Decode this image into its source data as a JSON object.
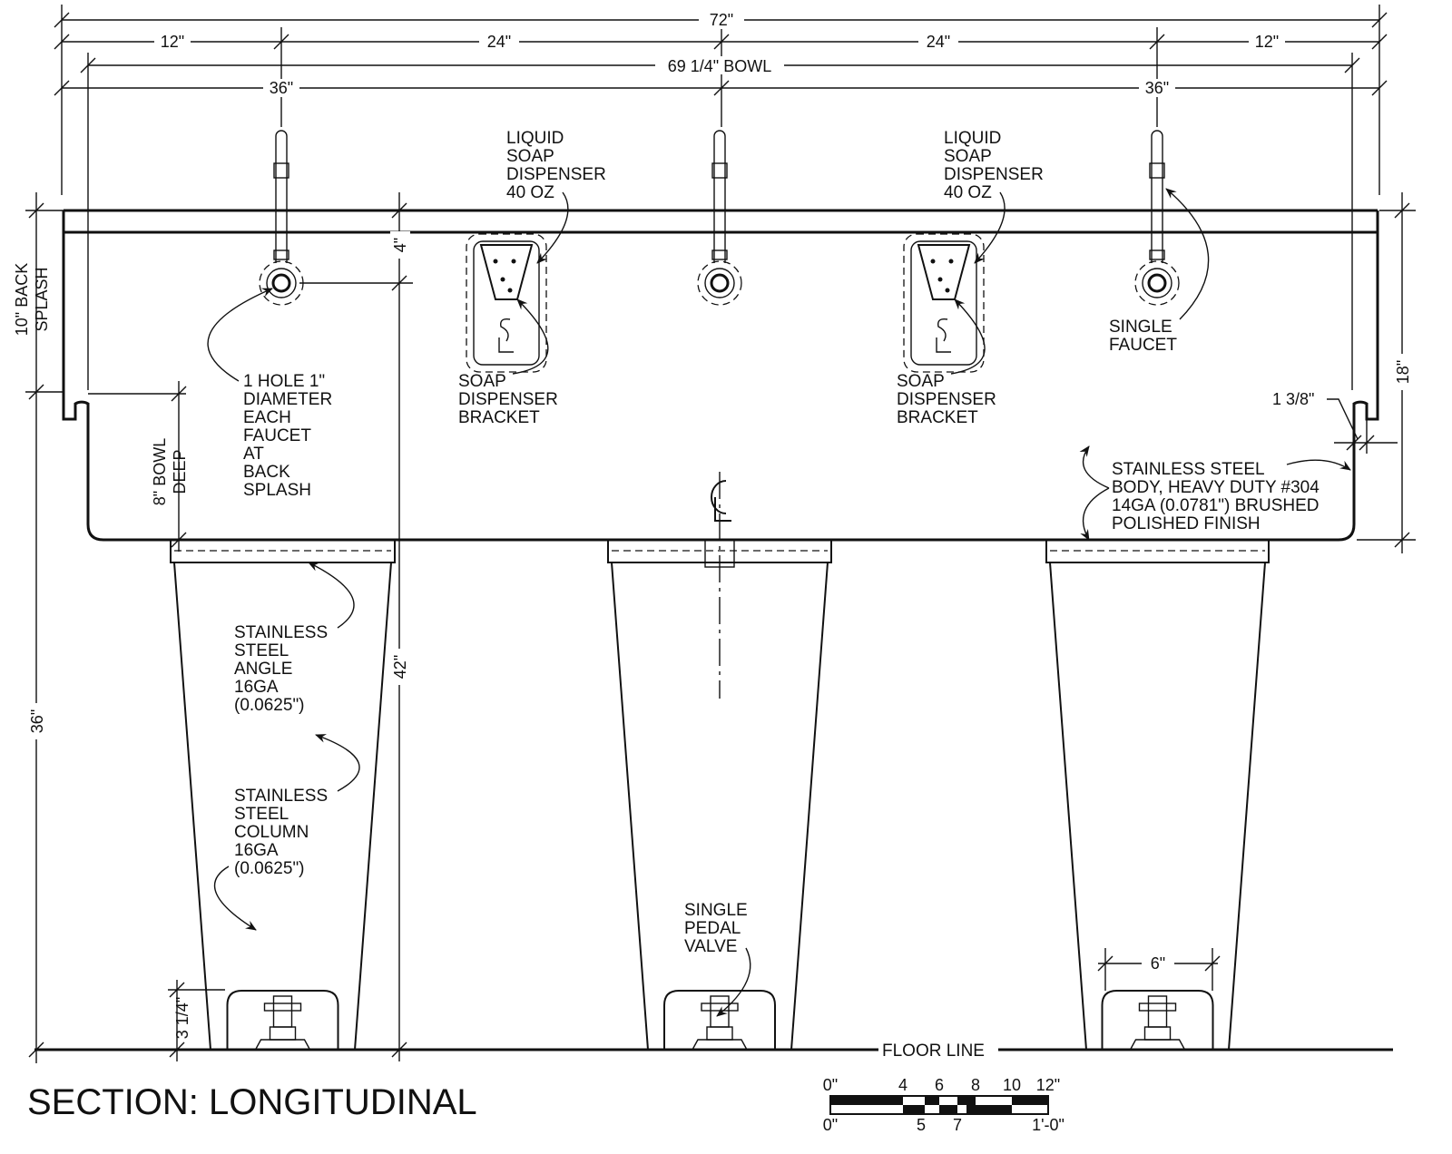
{
  "title": "SECTION: LONGITUDINAL",
  "dimensions": {
    "overall": "72\"",
    "seg1": "12\"",
    "seg2": "24\"",
    "seg3": "24\"",
    "seg4": "12\"",
    "bowl": "69 1/4\" BOWL",
    "half_left": "36\"",
    "half_right": "36\"",
    "back_splash": "10\" BACK SPLASH",
    "back_splash_l1": "10\" BACK",
    "back_splash_l2": "SPLASH",
    "height_36": "36\"",
    "height_42": "42\"",
    "hole_offset": "4\"",
    "bowl_deep_l1": "8\" BOWL",
    "bowl_deep_l2": "DEEP",
    "right_18": "18\"",
    "lip": "1 3/8\"",
    "pedal_width": "6\"",
    "pedal_height": "3 1/4\""
  },
  "labels": {
    "soap_dispenser_left": [
      "LIQUID",
      "SOAP",
      "DISPENSER",
      "40 OZ"
    ],
    "soap_dispenser_right": [
      "LIQUID",
      "SOAP",
      "DISPENSER",
      "40 OZ"
    ],
    "bracket_left": [
      "SOAP",
      "DISPENSER",
      "BRACKET"
    ],
    "bracket_right": [
      "SOAP",
      "DISPENSER",
      "BRACKET"
    ],
    "faucet_hole": [
      "1 HOLE 1\"",
      "DIAMETER",
      "EACH",
      "FAUCET",
      "AT",
      "BACK",
      "SPLASH"
    ],
    "single_faucet": [
      "SINGLE",
      "FAUCET"
    ],
    "body": [
      "STAINLESS STEEL",
      "BODY, HEAVY DUTY #304",
      "14GA (0.0781\") BRUSHED",
      "POLISHED FINISH"
    ],
    "angle": [
      "STAINLESS",
      "STEEL",
      "ANGLE",
      "16GA",
      "(0.0625\")"
    ],
    "column": [
      "STAINLESS",
      "STEEL",
      "COLUMN",
      "16GA",
      "(0.0625\")"
    ],
    "pedal_valve": [
      "SINGLE",
      "PEDAL",
      "VALVE"
    ],
    "floor_line": "FLOOR LINE",
    "centerline": "CL"
  },
  "scale_bar": {
    "top_ticks": [
      "0\"",
      "4",
      "6",
      "8",
      "10",
      "12\""
    ],
    "bottom_ticks": [
      "0\"",
      "5",
      "7",
      "1'-0\""
    ]
  }
}
